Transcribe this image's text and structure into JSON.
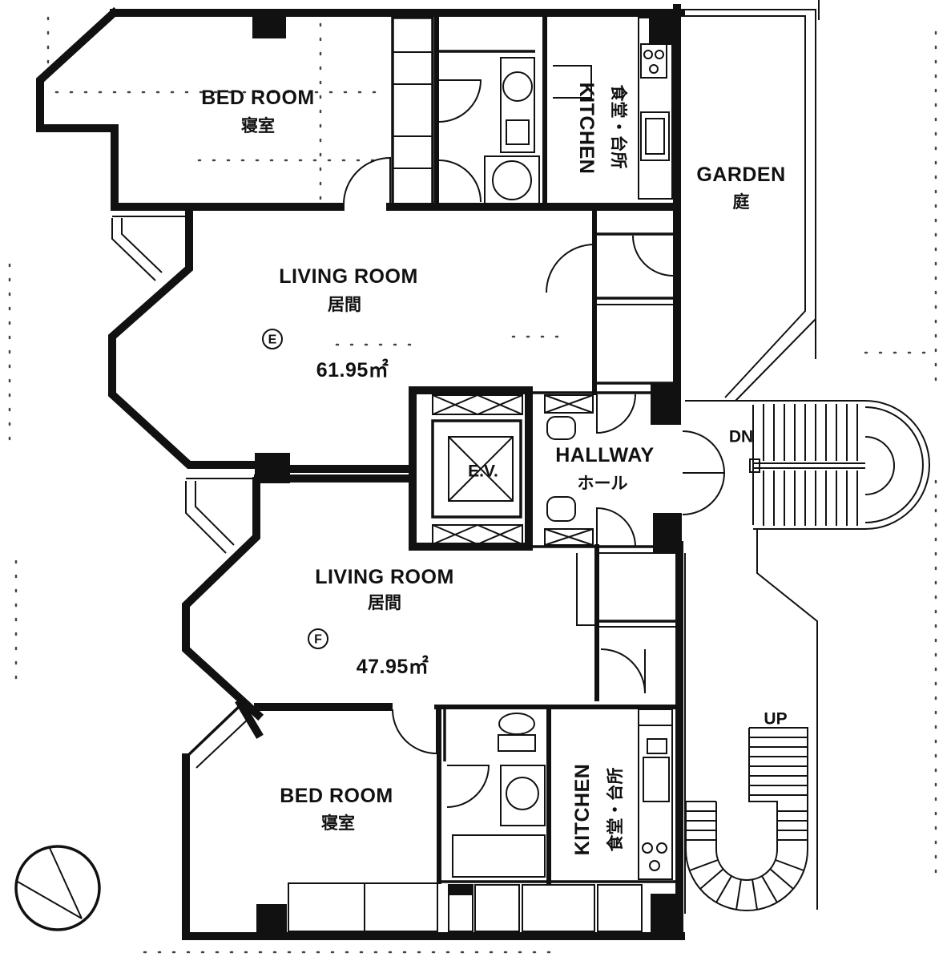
{
  "floor_plan": {
    "bedroom_top": {
      "label": "BED ROOM",
      "label_ja": "寝室"
    },
    "kitchen_top": {
      "label": "KITCHEN",
      "label_ja": "食堂・台所"
    },
    "garden": {
      "label": "GARDEN",
      "label_ja": "庭"
    },
    "living_room_e": {
      "label": "LIVING ROOM",
      "label_ja": "居間",
      "unit": "E",
      "area": "61.95㎡"
    },
    "elevator": {
      "label": "E.V."
    },
    "hallway": {
      "label": "HALLWAY",
      "label_ja": "ホール"
    },
    "stairs_top": {
      "label": "DN"
    },
    "living_room_f": {
      "label": "LIVING ROOM",
      "label_ja": "居間",
      "unit": "F",
      "area": "47.95㎡"
    },
    "bedroom_bottom": {
      "label": "BED ROOM",
      "label_ja": "寝室"
    },
    "kitchen_bottom": {
      "label": "KITCHEN",
      "label_ja": "食堂・台所"
    },
    "stairs_bottom": {
      "label": "UP"
    }
  }
}
